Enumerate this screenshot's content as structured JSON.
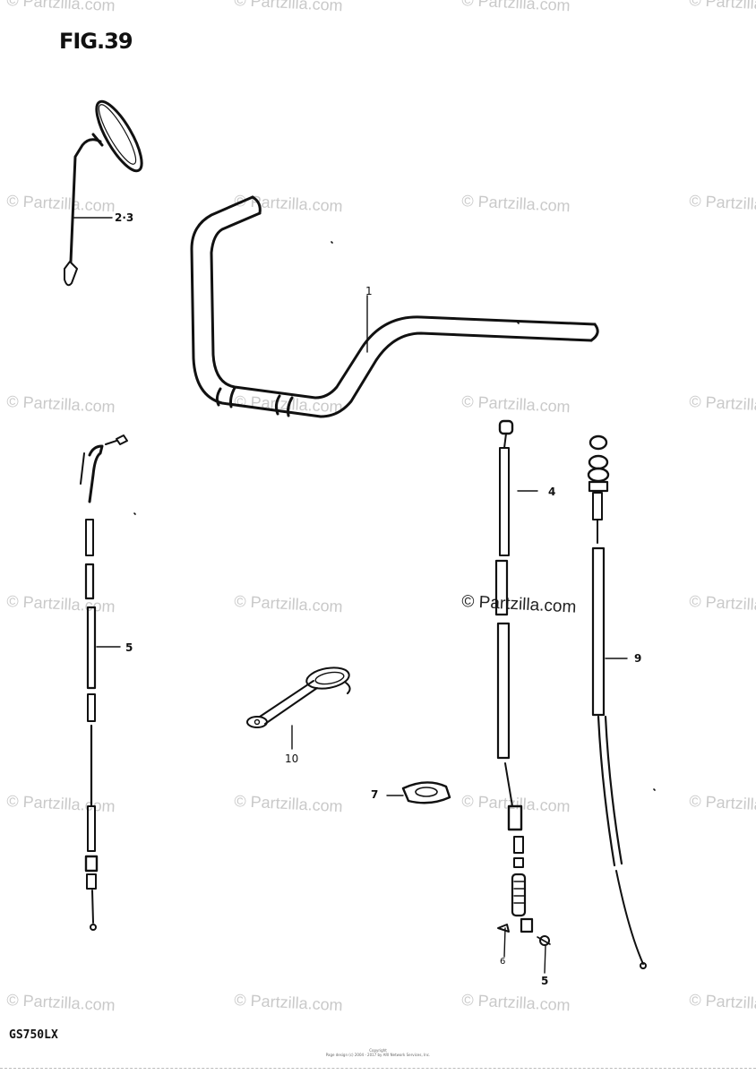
{
  "figure": {
    "title": "FIG.39",
    "model": "GS750LX",
    "copyright_line1": "Copyright",
    "copyright_line2": "Page design (c) 2004 - 2017 by ARI Network Services, Inc."
  },
  "watermark": {
    "text": "© Partzilla.com",
    "color": "#c9c9c9"
  },
  "callouts": {
    "mirror": "2·3",
    "handlebar": "1",
    "clutch_cable": "4",
    "throttle_cable": "5",
    "choke_cable": "9",
    "clamp": "10",
    "guide": "7",
    "screw_left": "6",
    "screw_right": "5"
  },
  "colors": {
    "line": "#111111",
    "background": "#ffffff"
  }
}
